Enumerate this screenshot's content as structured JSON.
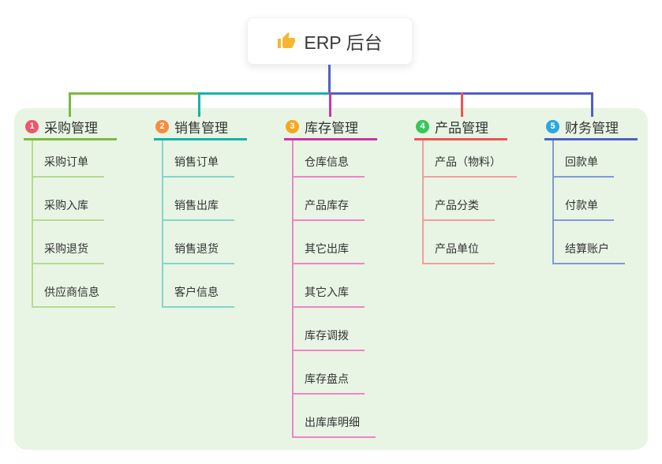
{
  "root": {
    "title": "ERP 后台",
    "icon": "thumbs-up-icon",
    "icon_color": "#f7b632",
    "card_bg": "#ffffff",
    "connector_color": "#4e60c4"
  },
  "panel": {
    "bg": "#e8f5e4"
  },
  "branches": [
    {
      "badge_number": "1",
      "badge_color": "#f1546e",
      "line_color": "#7cb93f",
      "child_line_color": "#b5db8e",
      "title": "采购管理",
      "children": [
        "采购订单",
        "采购入库",
        "采购退货",
        "供应商信息"
      ]
    },
    {
      "badge_number": "2",
      "badge_color": "#f98a3d",
      "line_color": "#17b3a6",
      "child_line_color": "#85d4cb",
      "title": "销售管理",
      "children": [
        "销售订单",
        "销售出库",
        "销售退货",
        "客户信息"
      ]
    },
    {
      "badge_number": "3",
      "badge_color": "#f5a71f",
      "line_color": "#ce34a4",
      "child_line_color": "#f283c5",
      "title": "库存管理",
      "children": [
        "仓库信息",
        "产品库存",
        "其它出库",
        "其它入库",
        "库存调拨",
        "库存盘点",
        "出库库明细"
      ]
    },
    {
      "badge_number": "4",
      "badge_color": "#35c75a",
      "line_color": "#f05455",
      "child_line_color": "#f59d9d",
      "title": "产品管理",
      "children": [
        "产品（物料）",
        "产品分类",
        "产品单位"
      ]
    },
    {
      "badge_number": "5",
      "badge_color": "#2aa7df",
      "line_color": "#4e60c4",
      "child_line_color": "#8099d8",
      "title": "财务管理",
      "children": [
        "回款单",
        "付款单",
        "结算账户"
      ]
    }
  ]
}
